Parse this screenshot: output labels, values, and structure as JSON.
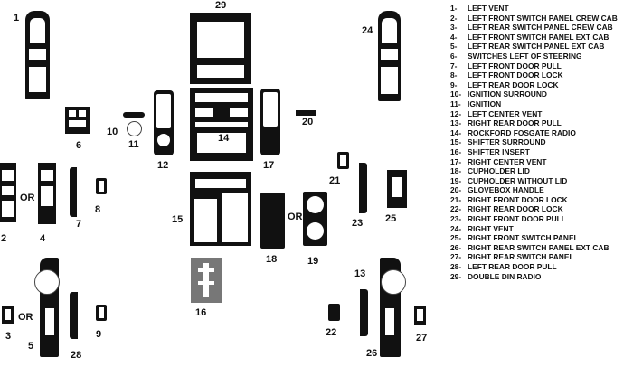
{
  "legend": [
    {
      "num": "1-",
      "label": "LEFT VENT"
    },
    {
      "num": "2-",
      "label": "LEFT FRONT SWITCH PANEL CREW CAB"
    },
    {
      "num": "3-",
      "label": "LEFT REAR SWITCH PANEL CREW CAB"
    },
    {
      "num": "4-",
      "label": "LEFT FRONT SWITCH PANEL EXT CAB"
    },
    {
      "num": "5-",
      "label": "LEFT REAR SWITCH PANEL EXT CAB"
    },
    {
      "num": "6-",
      "label": "SWITCHES LEFT OF STEERING"
    },
    {
      "num": "7-",
      "label": "LEFT FRONT DOOR PULL"
    },
    {
      "num": "8-",
      "label": "LEFT FRONT DOOR LOCK"
    },
    {
      "num": "9-",
      "label": "LEFT REAR DOOR LOCK"
    },
    {
      "num": "10-",
      "label": "IGNITION SURROUND"
    },
    {
      "num": "11-",
      "label": "IGNITION"
    },
    {
      "num": "12-",
      "label": "LEFT CENTER VENT"
    },
    {
      "num": "13-",
      "label": "RIGHT REAR DOOR PULL"
    },
    {
      "num": "14-",
      "label": "ROCKFORD FOSGATE RADIO"
    },
    {
      "num": "15-",
      "label": "SHIFTER SURROUND"
    },
    {
      "num": "16-",
      "label": "SHIFTER INSERT"
    },
    {
      "num": "17-",
      "label": "RIGHT CENTER VENT"
    },
    {
      "num": "18-",
      "label": "CUPHOLDER LID"
    },
    {
      "num": "19-",
      "label": "CUPHOLDER WITHOUT LID"
    },
    {
      "num": "20-",
      "label": "GLOVEBOX HANDLE"
    },
    {
      "num": "21-",
      "label": "RIGHT FRONT DOOR LOCK"
    },
    {
      "num": "22-",
      "label": "RIGHT REAR DOOR LOCK"
    },
    {
      "num": "23-",
      "label": "RIGHT FRONT DOOR PULL"
    },
    {
      "num": "24-",
      "label": "RIGHT VENT"
    },
    {
      "num": "25-",
      "label": "RIGHT FRONT SWITCH PANEL"
    },
    {
      "num": "26-",
      "label": "RIGHT REAR SWITCH PANEL EXT CAB"
    },
    {
      "num": "27-",
      "label": "RIGHT REAR SWITCH PANEL"
    },
    {
      "num": "28-",
      "label": "LEFT REAR DOOR PULL"
    },
    {
      "num": "29-",
      "label": "DOUBLE DIN RADIO"
    }
  ],
  "parts": {
    "p1": "1",
    "p2": "2",
    "p3": "3",
    "p4": "4",
    "p5": "5",
    "p6": "6",
    "p7": "7",
    "p8": "8",
    "p9": "9",
    "p10": "10",
    "p11": "11",
    "p12": "12",
    "p13": "13",
    "p14": "14",
    "p15": "15",
    "p16": "16",
    "p17": "17",
    "p18": "18",
    "p19": "19",
    "p20": "20",
    "p21": "21",
    "p22": "22",
    "p23": "23",
    "p24": "24",
    "p25": "25",
    "p26": "26",
    "p27": "27",
    "p28": "28",
    "p29": "29"
  },
  "or_label": "OR"
}
